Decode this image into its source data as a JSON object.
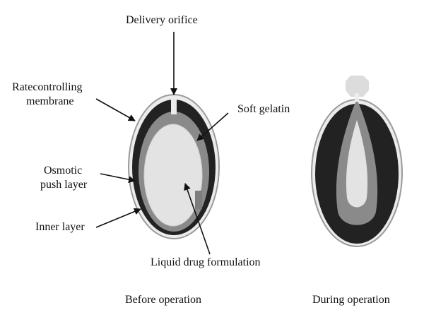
{
  "labels": {
    "delivery_orifice": "Delivery orifice",
    "rate_membrane_line1": "Ratecontrolling",
    "rate_membrane_line2": "membrane",
    "soft_gelatin": "Soft gelatin",
    "osmotic_line1": "Osmotic",
    "osmotic_line2": "push layer",
    "inner_layer": "Inner layer",
    "liquid_drug": "Liquid drug formulation"
  },
  "captions": {
    "before": "Before operation",
    "during": "During operation"
  },
  "colors": {
    "membrane": "#ececec",
    "push_layer": "#222222",
    "soft_gelatin": "#8a8a8a",
    "drug": "#e3e3e3",
    "outline": "#9a9a9a",
    "arrow": "#111111"
  }
}
